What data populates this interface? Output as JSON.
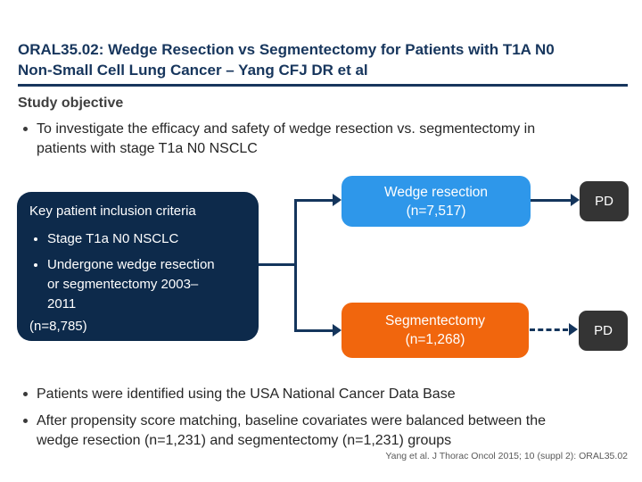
{
  "slide": {
    "title": "ORAL35.02: Wedge Resection vs Segmentectomy for Patients with T1A N0\nNon-Small Cell Lung Cancer – Yang CFJ DR et al",
    "section_heading": "Study objective",
    "objective_bullet": "To investigate the efficacy and safety of wedge resection vs. segmentectomy in\npatients with stage T1a N0 NSCLC"
  },
  "inclusion_box": {
    "heading": "Key patient inclusion criteria",
    "bullets": [
      "Stage T1a N0 NSCLC",
      "Undergone wedge resection\nor segmentectomy 2003–\n2011"
    ],
    "n_label": "(n=8,785)"
  },
  "flow": {
    "wedge_box_label": "Wedge resection\n(n=7,517)",
    "segmentectomy_box_label": "Segmentectomy\n(n=1,268)",
    "pd_top_label": "PD",
    "pd_bottom_label": "PD"
  },
  "notes": [
    "Patients were identified using the USA National Cancer Data Base",
    "After propensity score matching, baseline covariates were balanced between the\nwedge resection (n=1,231) and segmentectomy (n=1,231) groups"
  ],
  "footer_citation": "Yang et al. J Thorac Oncol 2015; 10 (suppl 2): ORAL35.02",
  "colors": {
    "title_navy": "#17365D",
    "inclusion_box_navy": "#0D2A4B",
    "connector_navy": "#14355C",
    "wedge_blue": "#2E97EA",
    "segmentectomy_orange": "#F1660D",
    "pd_charcoal": "#343434",
    "heading_gray": "#3F3F3F",
    "body_text": "#262626",
    "footer_gray": "#595959"
  }
}
